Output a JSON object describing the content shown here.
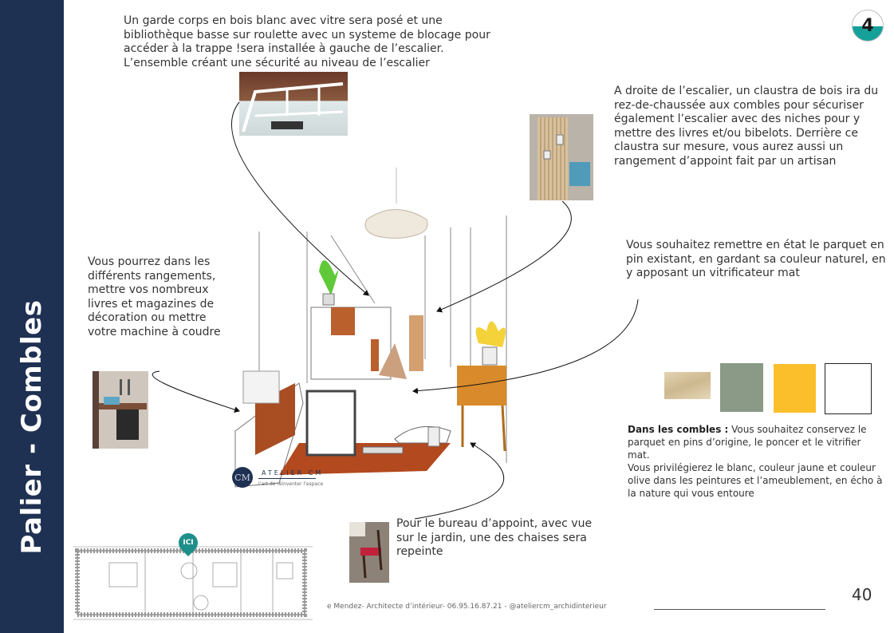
{
  "sidebar": {
    "title": "Palier - Combles"
  },
  "badge": {
    "number": "4",
    "accent_color": "#16a09a"
  },
  "annotations": {
    "top_left": "Un garde corps en bois blanc avec vitre sera posé et une bibliothèque basse sur roulette avec un systeme de blocage pour accéder à la trappe !sera installée à gauche de l’escalier. L’ensemble créant une sécurité au niveau de l’escalier",
    "top_right": "A droite de l’escalier, un claustra de bois ira du rez-de-chaussée aux combles pour sécuriser également l’escalier avec des niches pour y mettre des livres et/ou bibelots. Derrière ce claustra sur mesure, vous aurez aussi un rangement d’appoint fait par un artisan",
    "middle_right": "Vous souhaitez remettre en état le parquet en pin existant, en gardant sa couleur naturel, en y apposant un vitrificateur mat",
    "middle_left": "Vous pourrez dans les différents rangements, mettre vos nombreux livres et magazines de décoration ou mettre votre machine à coudre",
    "bottom_center": "Pour le bureau d’appoint, avec vue sur le jardin, une des chaises sera repeinte",
    "combles_label": "Dans les combles :",
    "combles_text_1": " Vous souhaitez conservez le parquet en pins d’origine, le poncer et le vitrifier mat.",
    "combles_text_2": "Vous privilégierez le blanc, couleur jaune et couleur olive dans les peintures et l’ameublement, en écho à la nature qui vous entoure"
  },
  "palette": [
    {
      "name": "pine-wood",
      "color": "#d9c9a5"
    },
    {
      "name": "olive",
      "color": "#8a9a87"
    },
    {
      "name": "yellow",
      "color": "#fbbf2c"
    },
    {
      "name": "white",
      "color": "#ffffff"
    }
  ],
  "photos": [
    {
      "name": "glass-railing-photo",
      "caption": ""
    },
    {
      "name": "wood-claustra-photo",
      "caption": ""
    },
    {
      "name": "sewing-machine-photo",
      "caption": ""
    },
    {
      "name": "red-chair-photo",
      "caption": ""
    }
  ],
  "sketch": {
    "logo_title": "ATELIER CM",
    "logo_subtitle": "l’art de réinventer l’espace",
    "logo_initials": "CM"
  },
  "plan": {
    "marker_label": "ICI"
  },
  "footer": {
    "credit": "e Mendez- Architecte d’intérieur- 06.95.16.87.21 - @ateliercm_archidinterieur",
    "page_number": "40"
  }
}
